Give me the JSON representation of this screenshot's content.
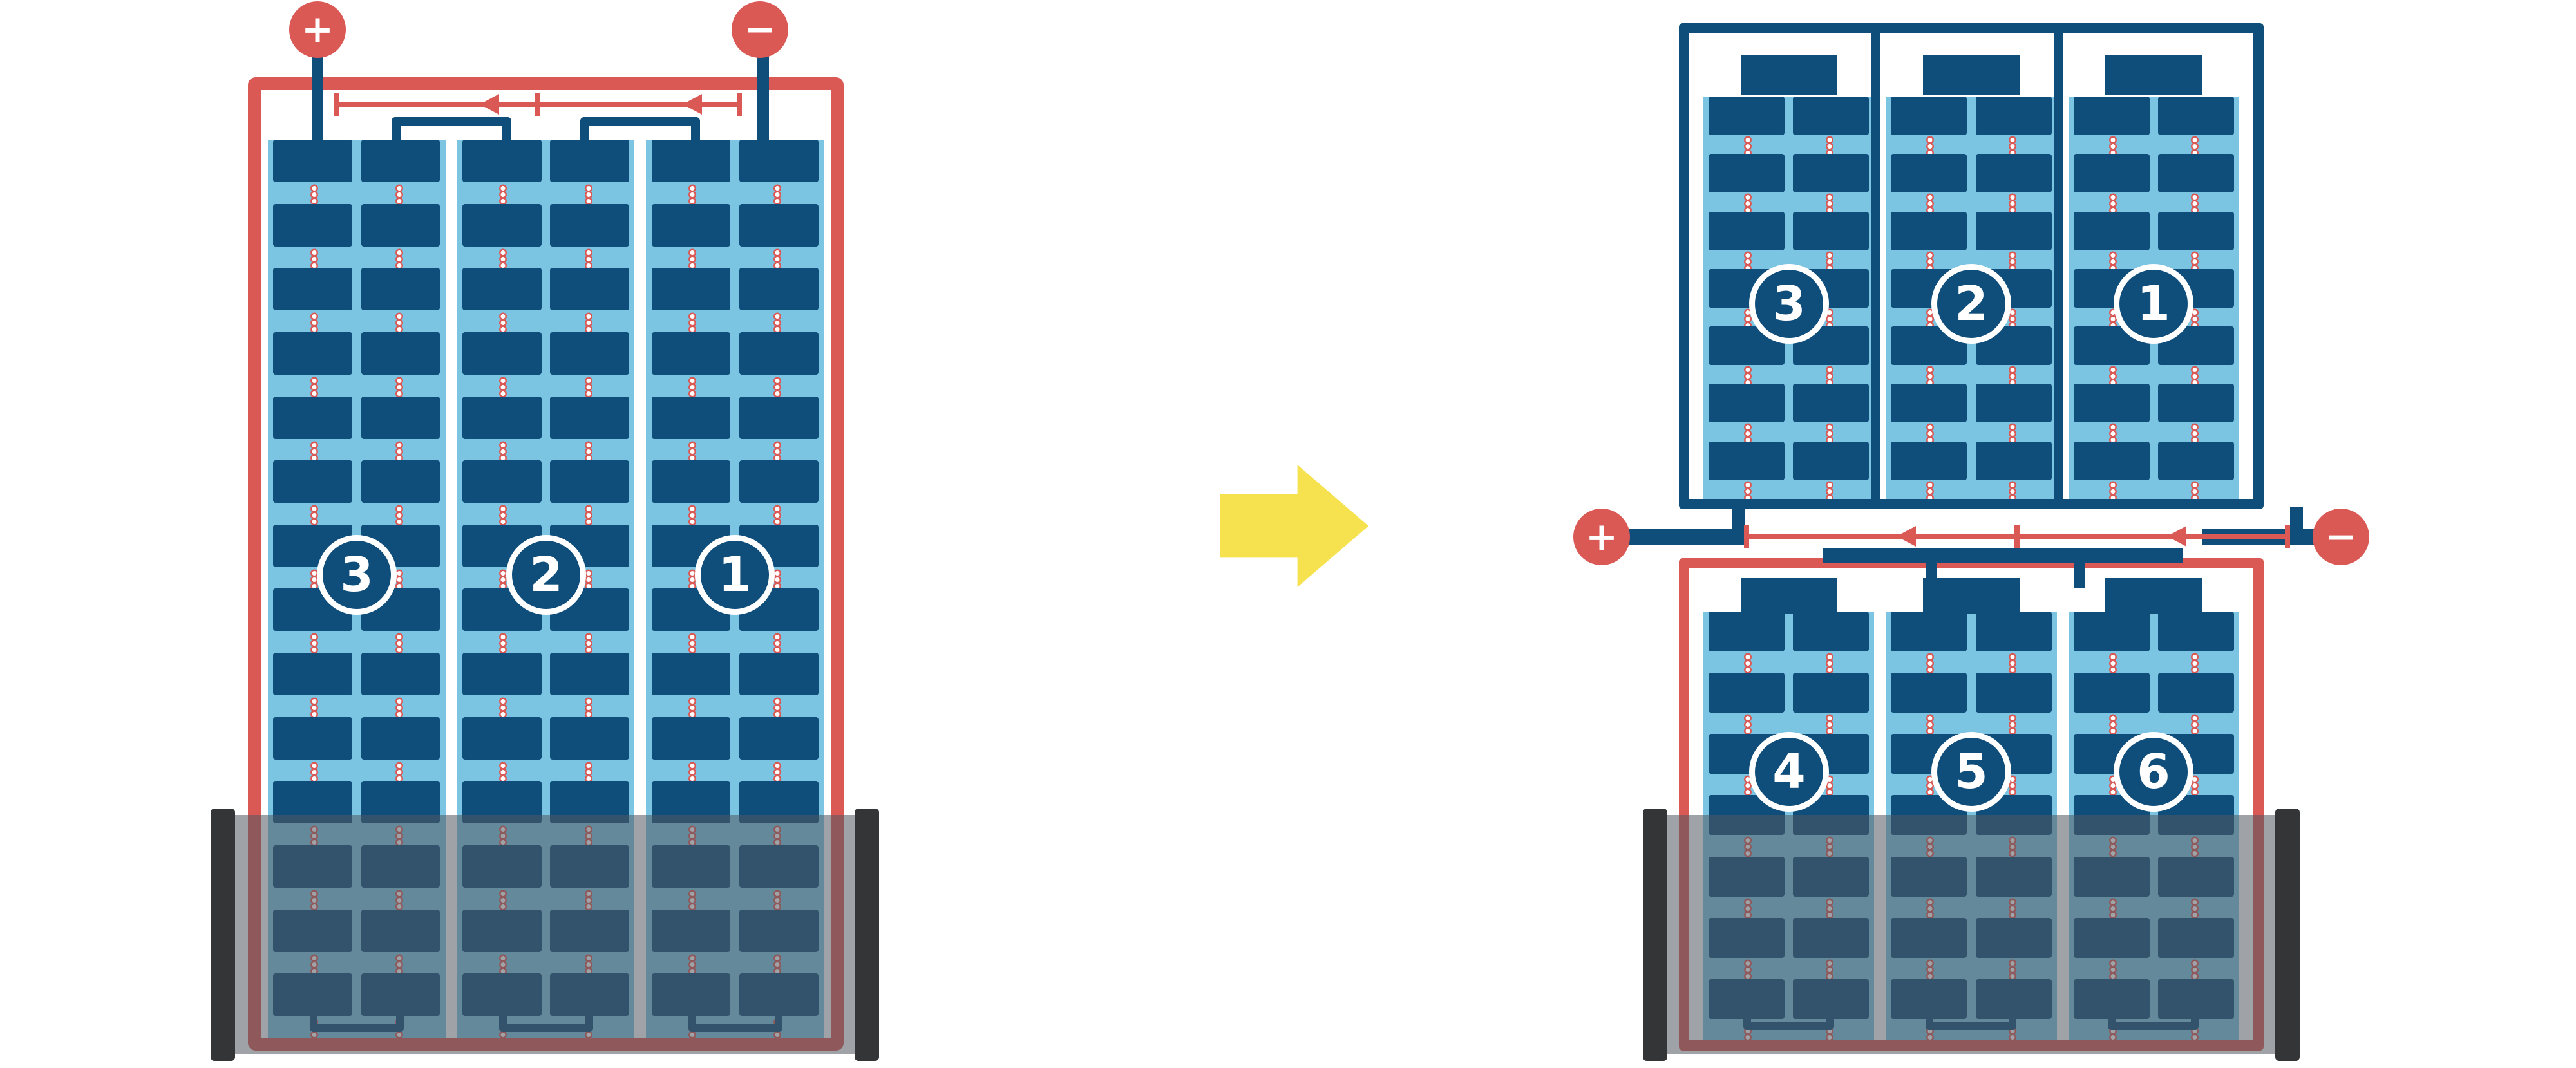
{
  "colors": {
    "red": "#DB5955",
    "dark_blue": "#0F4E7B",
    "light_blue": "#7CC5E2",
    "yellow": "#F6E14E",
    "shade": "rgba(80,88,94,0.55)",
    "cap": "#333537",
    "dot_ring": "#DB5955",
    "white": "#FFFFFF"
  },
  "left_module": {
    "positive_label": "+",
    "negative_label": "−",
    "strings": [
      {
        "label": "3"
      },
      {
        "label": "2"
      },
      {
        "label": "1"
      }
    ],
    "rows": 14
  },
  "right_top_module": {
    "strings": [
      {
        "label": "3"
      },
      {
        "label": "2"
      },
      {
        "label": "1"
      }
    ],
    "rows": 7
  },
  "right_bottom_module": {
    "positive_label": "+",
    "negative_label": "−",
    "strings": [
      {
        "label": "4"
      },
      {
        "label": "5"
      },
      {
        "label": "6"
      }
    ],
    "rows": 7
  },
  "transform_arrow": {
    "direction": "right"
  }
}
